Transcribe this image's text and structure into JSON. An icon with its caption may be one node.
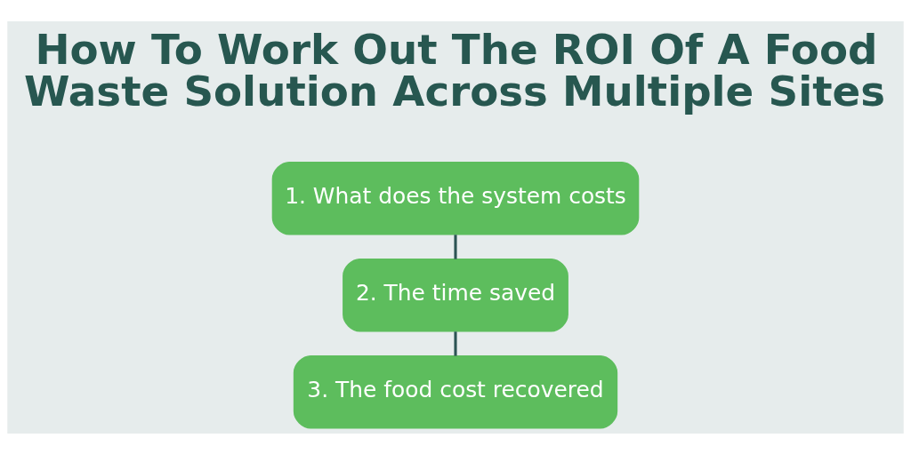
{
  "diagram": {
    "title": "How To Work Out The ROI Of A Food Waste Solution Across Multiple Sites",
    "nodes": [
      {
        "text": [
          "1. What does the system costs"
        ]
      },
      {
        "text": [
          "2. The time saved"
        ]
      },
      {
        "text": [
          "3. The food cost recovered"
        ]
      }
    ],
    "edges": [
      {
        "from": 0,
        "to": 1,
        "arrow": "none"
      },
      {
        "from": 1,
        "to": 2,
        "arrow": "none"
      }
    ]
  }
}
